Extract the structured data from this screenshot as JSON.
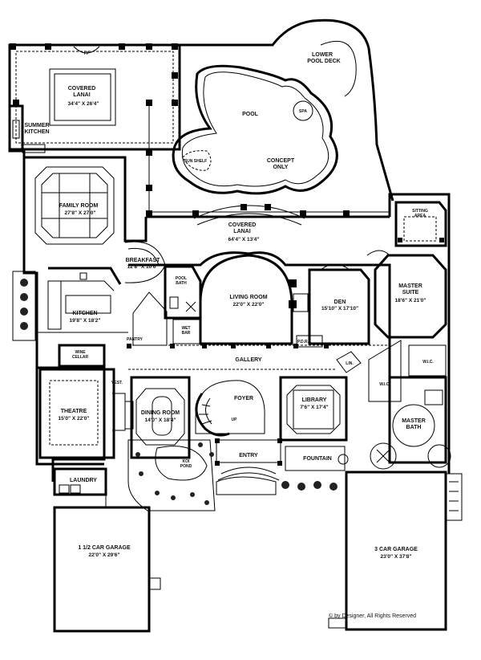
{
  "rooms": {
    "lower_pool_deck": [
      "LOWER",
      "POOL DECK"
    ],
    "covered_lanai_top": {
      "name": [
        "COVERED",
        "LANAI"
      ],
      "dim": "34'4\" X 26'4\""
    },
    "fp": "FP",
    "summer_kitchen": [
      "SUMMER",
      "KITCHEN"
    ],
    "pool": "POOL",
    "spa": "SPA",
    "sun_shelf": "SUN SHELF",
    "concept_only": [
      "CONCEPT",
      "ONLY"
    ],
    "family_room": {
      "name": "FAMILY ROOM",
      "dim": "27'8\" X 27'0\""
    },
    "covered_lanai_bottom": {
      "name": [
        "COVERED",
        "LANAI"
      ],
      "dim": "64'4\" X 13'4\""
    },
    "sitting_area": [
      "SITTING",
      "AREA"
    ],
    "breakfast": {
      "name": "BREAKFAST",
      "dim": "12'8\" X 10'6\""
    },
    "pool_bath": [
      "POOL",
      "BATH"
    ],
    "living_room": {
      "name": "LIVING ROOM",
      "dim": "22'0\" X 22'0\""
    },
    "den": {
      "name": "DEN",
      "dim": "15'10\" X 17'10\""
    },
    "master_suite": {
      "name": [
        "MASTER",
        "SUITE"
      ],
      "dim": "18'6\" X 21'0\""
    },
    "kitchen": {
      "name": "KITCHEN",
      "dim": "19'8\" X 18'2\""
    },
    "wet_bar": [
      "WET",
      "BAR"
    ],
    "pantry": "PANTRY",
    "wine_cellar": [
      "WINE",
      "CELLAR"
    ],
    "gallery": "GALLERY",
    "pdr": "P.D.R.",
    "linen": "LIN.",
    "wic_left": "W.I.C.",
    "wic_right": "W.I.C.",
    "vest": "VEST.",
    "theatre": {
      "name": "THEATRE",
      "dim": "15'0\" X 22'0\""
    },
    "dining_room": {
      "name": "DINING ROOM",
      "dim": "14'0\" X 18'4\""
    },
    "foyer": "FOYER",
    "up": "UP",
    "library": {
      "name": "LIBRARY",
      "dim": "7'6\" X 17'4\""
    },
    "master_bath": [
      "MASTER",
      "BATH"
    ],
    "koi_pond": [
      "KOI",
      "POND"
    ],
    "entry": "ENTRY",
    "fountain": "FOUNTAIN",
    "laundry": "LAUNDRY",
    "garage_left": {
      "name": "1 1/2 CAR GARAGE",
      "dim": "22'0\" X 29'6\""
    },
    "garage_right": {
      "name": "3 CAR GARAGE",
      "dim": "23'0\" X 37'8\""
    }
  },
  "copyright": "© by Designer, All Rights Reserved",
  "colors": {
    "ink": "#000000",
    "paper": "#ffffff"
  }
}
